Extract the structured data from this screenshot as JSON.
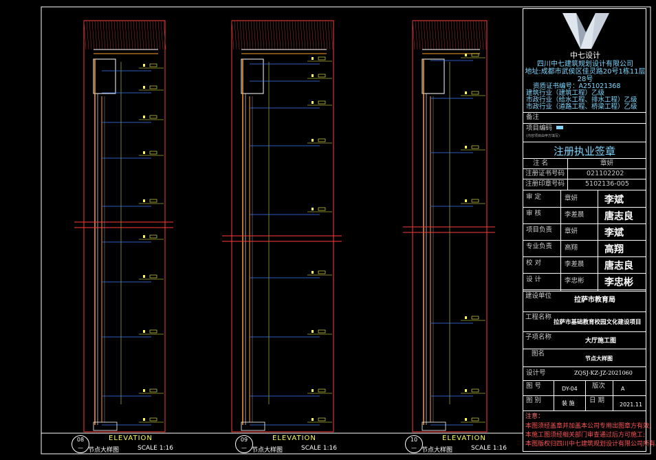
{
  "company": {
    "logo_text": "中七设计",
    "name": "四川中七建筑规划设计有限公司",
    "address_line1": "地址:成都市武侯区佳灵路20号1栋11层",
    "address_line2": "28号",
    "cert_no": "资质证书编号：A251021368",
    "qual_1": "建筑行业（建筑工程）乙级",
    "qual_2": "市政行业（给水工程、排水工程）乙级",
    "qual_3": "市政行业（道路工程、桥梁工程）乙级"
  },
  "fields": {
    "remark": "备注",
    "project_code": "项目编码",
    "project_code_note": "(内容项目由甲方填写)",
    "seal_title": "注册执业签章",
    "name_label": "注 名",
    "name_value": "章妍",
    "cert_label": "注册证书号码",
    "cert_value": "021102202",
    "seal_no_label": "注册印章号码",
    "seal_no_value": "5102136-005"
  },
  "signers": [
    {
      "role": "审 定",
      "name": "章妍",
      "sign": "李斌"
    },
    {
      "role": "审 核",
      "name": "李差晨",
      "sign": "唐志良"
    },
    {
      "role": "项目负责",
      "name": "章妍",
      "sign": "李斌"
    },
    {
      "role": "专业负责",
      "name": "高翔",
      "sign": "高翔"
    },
    {
      "role": "校 对",
      "name": "李差晨",
      "sign": "唐志良"
    },
    {
      "role": "设 计",
      "name": "李忠彬",
      "sign": "李忠彬"
    }
  ],
  "project": {
    "client_label": "建设单位",
    "client": "拉萨市教育局",
    "project_label": "工程名称",
    "project": "拉萨市基础教育校园文化建设项目",
    "sub_label": "子项名称",
    "sub": "大厅施工图",
    "drawing_label": "图名",
    "drawing": "节点大样图",
    "code_label": "设计号",
    "code": "ZQSJ-KZ-JZ-2021060",
    "no_label": "图 号",
    "no": "DY-04",
    "ver_label": "版次",
    "ver": "A",
    "cat_label": "图 别",
    "cat": "装 施",
    "date_label": "日 期",
    "date": "2021.11"
  },
  "notes": {
    "title": "注意：",
    "line1": "本图须经盖章并加盖本公司专用出图章方有效;",
    "line2": "本施工图须经相关部门审查通过后方可施工;",
    "line3": "本图版权归四川中七建筑规划设计有限公司所有。"
  },
  "views": [
    {
      "num": "08",
      "sheet": "—",
      "title": "ELEVATION",
      "subtitle": "节点大样图",
      "scale": "SCALE 1:16"
    },
    {
      "num": "09",
      "sheet": "—",
      "title": "ELEVATION",
      "subtitle": "节点大样图",
      "scale": "SCALE 1:16"
    },
    {
      "num": "10",
      "sheet": "—",
      "title": "ELEVATION",
      "subtitle": "节点大样图",
      "scale": "SCALE 1:16"
    }
  ],
  "colors": {
    "frame": "#ffffff",
    "wall": "#ff3b3b",
    "finish": "#ff9a2a",
    "leader": "#3f7bff",
    "tag": "#ffff55",
    "dim": "#ffff55"
  }
}
